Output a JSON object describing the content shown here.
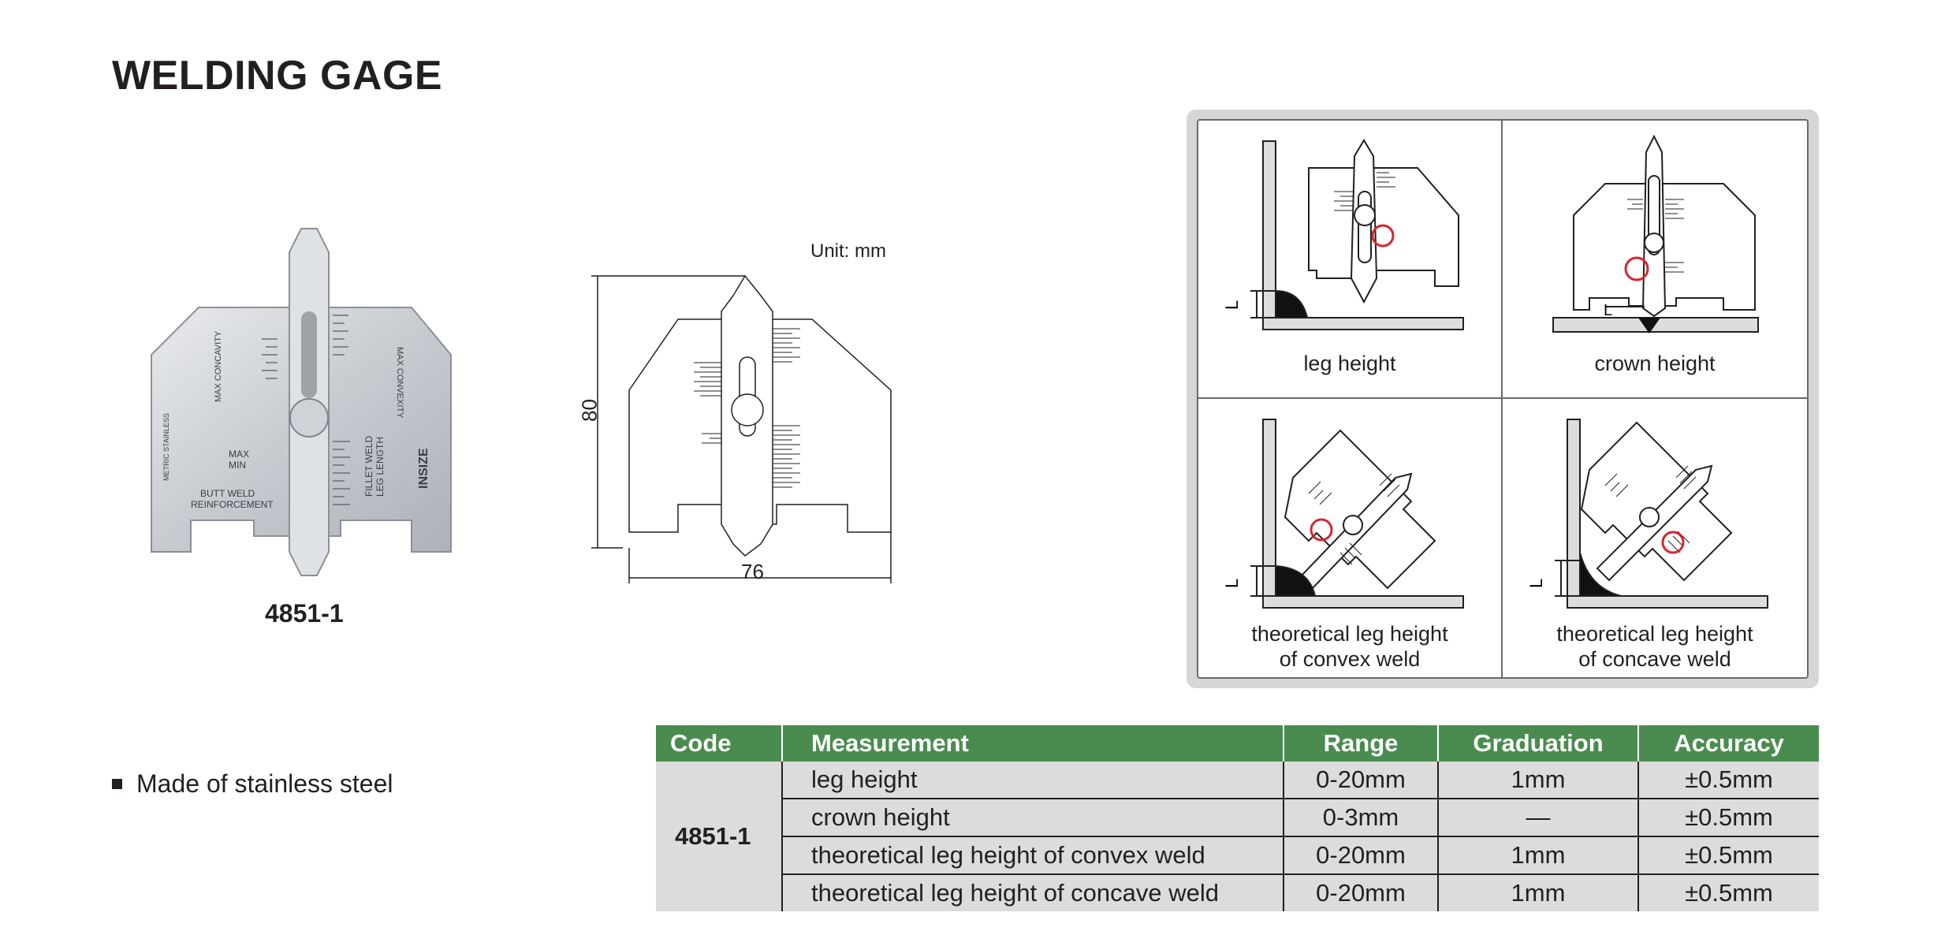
{
  "title": "WELDING GAGE",
  "product": {
    "model": "4851-1",
    "photo_text": {
      "brand": "INSIZE",
      "max_concavity": "MAX CONCAVITY",
      "max_convexity": "MAX CONVEXITY",
      "metric_stainless": "METRIC STAINLESS",
      "max": "MAX",
      "min": "MIN",
      "butt_weld": "BUTT WELD",
      "reinforcement": "REINFORCEMENT",
      "fillet_weld": "FILLET WELD",
      "leg_length": "LEG LENGTH"
    }
  },
  "drawing": {
    "unit": "Unit: mm",
    "height": "80",
    "width": "76"
  },
  "features": [
    "Made of stainless steel"
  ],
  "diagrams": {
    "cells": [
      {
        "caption": [
          "leg height"
        ],
        "marker": "L"
      },
      {
        "caption": [
          "crown height"
        ],
        "marker": "L"
      },
      {
        "caption": [
          "theoretical leg height",
          "of convex weld"
        ],
        "marker": "L"
      },
      {
        "caption": [
          "theoretical leg height",
          "of concave weld"
        ],
        "marker": "L"
      }
    ]
  },
  "spec_table": {
    "headers": {
      "code": "Code",
      "measurement": "Measurement",
      "range": "Range",
      "graduation": "Graduation",
      "accuracy": "Accuracy"
    },
    "code": "4851-1",
    "rows": [
      {
        "measurement": "leg height",
        "range": "0-20mm",
        "graduation": "1mm",
        "accuracy": "±0.5mm"
      },
      {
        "measurement": "crown height",
        "range": "0-3mm",
        "graduation": "—",
        "accuracy": "±0.5mm"
      },
      {
        "measurement": "theoretical leg height of convex weld",
        "range": "0-20mm",
        "graduation": "1mm",
        "accuracy": "±0.5mm"
      },
      {
        "measurement": "theoretical leg height of concave weld",
        "range": "0-20mm",
        "graduation": "1mm",
        "accuracy": "±0.5mm"
      }
    ]
  },
  "colors": {
    "header_green": "#4a8c4f",
    "table_grey": "#dcdcdc",
    "panel_grey": "#d6d6d6",
    "highlight_red": "#d7262d",
    "steel": "#c9ccd0"
  }
}
